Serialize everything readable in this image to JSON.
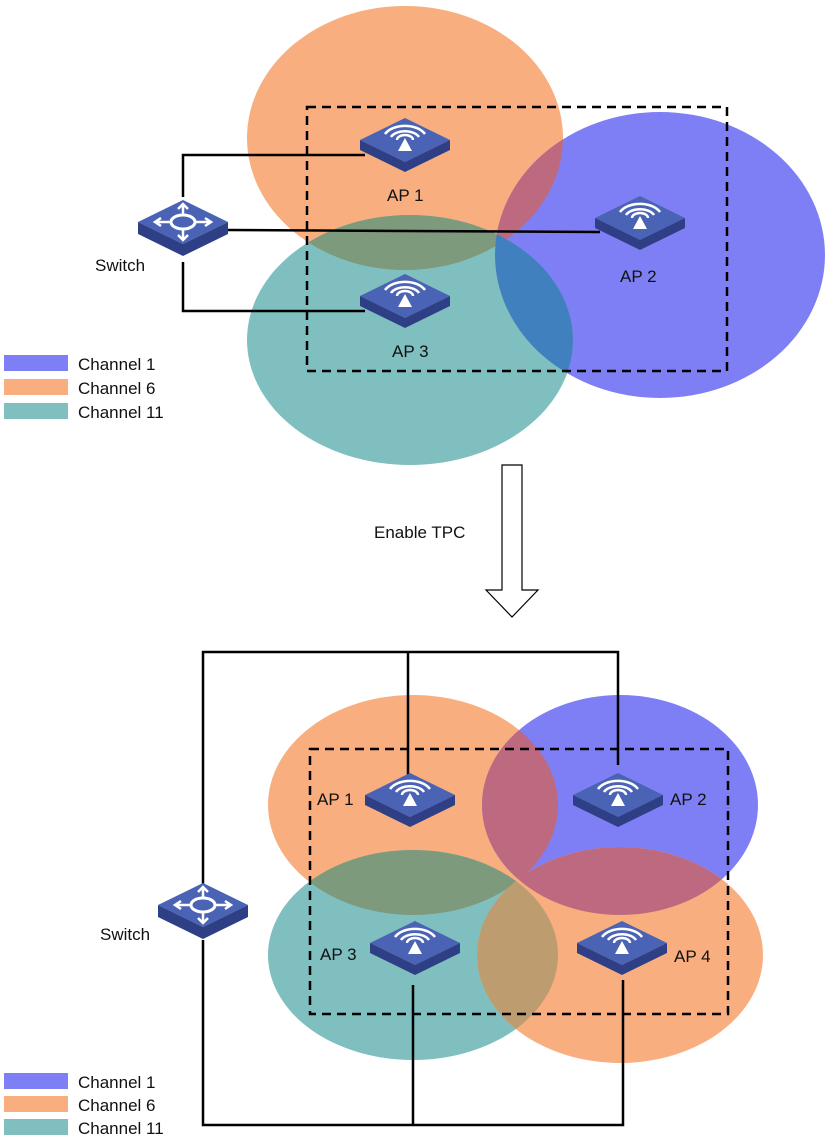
{
  "colors": {
    "channel_1": "#7f7ff5",
    "channel_6": "#f9ae80",
    "channel_11": "#80bfbf",
    "overlap_1_6": "#bd6a80",
    "overlap_6_11": "#7e9a7c",
    "overlap_1_11": "#4080bf",
    "overlap_6_11_bottom": "#bd9d70",
    "device_top": "#4a63b4",
    "device_side": "#2f3f86",
    "wire": "#000000"
  },
  "top_diagram": {
    "switch_label": "Switch",
    "access_points": [
      {
        "label": "AP 1",
        "channel": "Channel 6"
      },
      {
        "label": "AP 2",
        "channel": "Channel 1"
      },
      {
        "label": "AP 3",
        "channel": "Channel 11"
      }
    ],
    "legend": [
      {
        "label": "Channel 1",
        "color_key": "channel_1"
      },
      {
        "label": "Channel 6",
        "color_key": "channel_6"
      },
      {
        "label": "Channel 11",
        "color_key": "channel_11"
      }
    ]
  },
  "transition": {
    "label": "Enable TPC",
    "arrow_icon": "down-arrow-icon"
  },
  "bottom_diagram": {
    "switch_label": "Switch",
    "access_points": [
      {
        "label": "AP 1",
        "channel": "Channel 6"
      },
      {
        "label": "AP 2",
        "channel": "Channel 1"
      },
      {
        "label": "AP 3",
        "channel": "Channel 11"
      },
      {
        "label": "AP 4",
        "channel": "Channel 6"
      }
    ],
    "legend": [
      {
        "label": "Channel 1",
        "color_key": "channel_1"
      },
      {
        "label": "Channel 6",
        "color_key": "channel_6"
      },
      {
        "label": "Channel 11",
        "color_key": "channel_11"
      }
    ]
  }
}
